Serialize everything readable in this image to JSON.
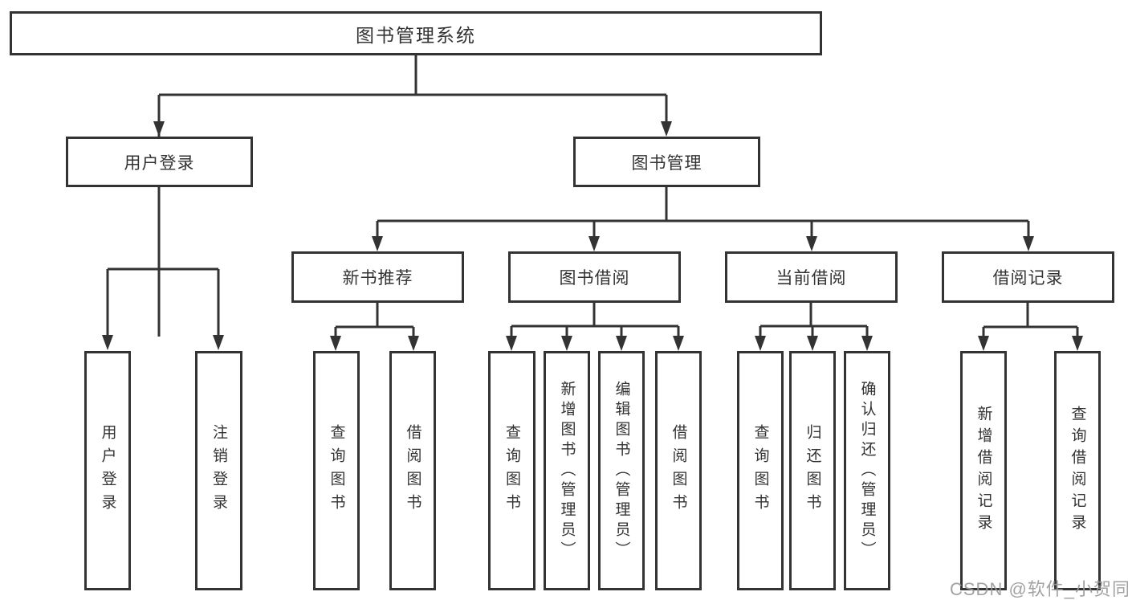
{
  "diagram": {
    "root": {
      "label": "图书管理系统"
    },
    "level2": {
      "user_login": {
        "label": "用户登录"
      },
      "book_mgmt": {
        "label": "图书管理"
      }
    },
    "level3": {
      "new_book_rec": {
        "label": "新书推荐"
      },
      "book_borrow": {
        "label": "图书借阅"
      },
      "current_borrow": {
        "label": "当前借阅"
      },
      "borrow_record": {
        "label": "借阅记录"
      }
    },
    "leaves": {
      "user_login": {
        "label": "用户登录",
        "parent": "用户登录"
      },
      "logout": {
        "label": "注销登录",
        "parent": "用户登录"
      },
      "query_book_rec": {
        "label": "查询图书",
        "parent": "新书推荐"
      },
      "borrow_book_rec": {
        "label": "借阅图书",
        "parent": "新书推荐"
      },
      "query_book_bor": {
        "label": "查询图书",
        "parent": "图书借阅"
      },
      "add_book": {
        "label": "新增图书（管理员）",
        "parent": "图书借阅"
      },
      "edit_book": {
        "label": "编辑图书（管理员）",
        "parent": "图书借阅"
      },
      "borrow_book_bor": {
        "label": "借阅图书",
        "parent": "图书借阅"
      },
      "query_book_cur": {
        "label": "查询图书",
        "parent": "当前借阅"
      },
      "return_book": {
        "label": "归还图书",
        "parent": "当前借阅"
      },
      "confirm_return": {
        "label": "确认归还（管理员）",
        "parent": "当前借阅"
      },
      "add_record": {
        "label": "新增借阅记录",
        "parent": "借阅记录"
      },
      "query_record": {
        "label": "查询借阅记录",
        "parent": "借阅记录"
      }
    }
  },
  "watermark": {
    "text": "CSDN @软件_小贺同学"
  },
  "colors": {
    "line": "#333333",
    "text": "#333333",
    "watermark": "#9b9b9b",
    "background": "#ffffff"
  }
}
